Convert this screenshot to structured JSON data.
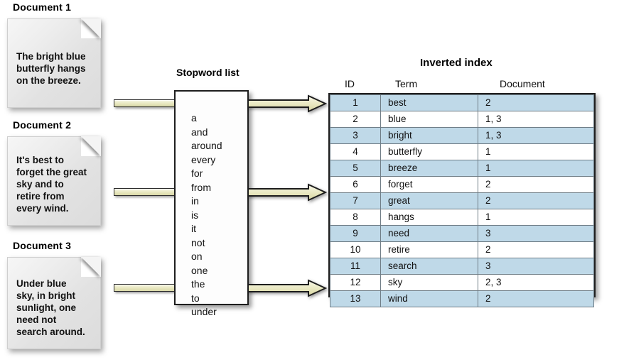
{
  "documents": [
    {
      "title": "Document 1",
      "text": "The bright blue\nbutterfly hangs\non the breeze."
    },
    {
      "title": "Document 2",
      "text": "It's best to\nforget the great\nsky and to\nretire from\nevery wind."
    },
    {
      "title": "Document 3",
      "text": "Under blue\nsky, in bright\nsunlight, one\nneed not\nsearch around."
    }
  ],
  "stopword_panel": {
    "title": "Stopword list",
    "words": [
      "a",
      "and",
      "around",
      "every",
      "for",
      "from",
      "in",
      "is",
      "it",
      "not",
      "on",
      "one",
      "the",
      "to",
      "under"
    ]
  },
  "inverted_index": {
    "title": "Inverted index",
    "columns": [
      "ID",
      "Term",
      "Document"
    ],
    "rows": [
      {
        "id": "1",
        "term": "best",
        "document": "2"
      },
      {
        "id": "2",
        "term": "blue",
        "document": "1, 3"
      },
      {
        "id": "3",
        "term": "bright",
        "document": "1, 3"
      },
      {
        "id": "4",
        "term": "butterfly",
        "document": "1"
      },
      {
        "id": "5",
        "term": "breeze",
        "document": "1"
      },
      {
        "id": "6",
        "term": "forget",
        "document": "2"
      },
      {
        "id": "7",
        "term": "great",
        "document": "2"
      },
      {
        "id": "8",
        "term": "hangs",
        "document": "1"
      },
      {
        "id": "9",
        "term": "need",
        "document": "3"
      },
      {
        "id": "10",
        "term": "retire",
        "document": "2"
      },
      {
        "id": "11",
        "term": "search",
        "document": "3"
      },
      {
        "id": "12",
        "term": "sky",
        "document": "2, 3"
      },
      {
        "id": "13",
        "term": "wind",
        "document": "2"
      }
    ]
  },
  "flow": {
    "arrows": [
      {
        "name": "doc1-to-stopword"
      },
      {
        "name": "doc2-to-stopword"
      },
      {
        "name": "doc3-to-stopword"
      },
      {
        "name": "stopword-to-index-1"
      },
      {
        "name": "stopword-to-index-2"
      },
      {
        "name": "stopword-to-index-3"
      }
    ]
  },
  "colors": {
    "row_highlight": "#bfd9e8",
    "arrow_fill": "#e8e7bf",
    "arrow_outline": "#2b2b2b",
    "document_fill": "#e9e9e9",
    "box_outline": "#1d1d1d"
  }
}
